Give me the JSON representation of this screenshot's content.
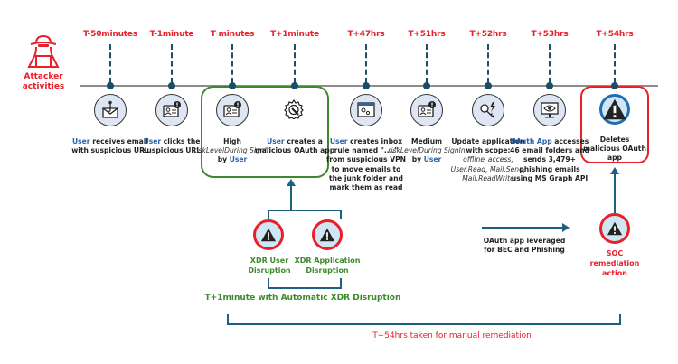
{
  "attacker": {
    "label_line1": "Attacker",
    "label_line2": "activities",
    "icon": "hacker-icon",
    "color": "#e8202a"
  },
  "timeline": [
    {
      "time": "T-50minutes",
      "icon": "phishing-email-icon",
      "desc_user": "User",
      "desc_rest": " receives email with suspicious URL"
    },
    {
      "time": "T-1minute",
      "icon": "id-card-alert-icon",
      "desc_user": "User",
      "desc_rest": " clicks the suspicious URL"
    },
    {
      "time": "T minutes",
      "icon": "id-card-alert-icon",
      "desc_line1": "High",
      "desc_italic": "riskLevelDuring SignIn",
      "desc_by": "by ",
      "desc_user": "User"
    },
    {
      "time": "T+1minute",
      "icon": "gear-wrench-icon",
      "desc_user": "User",
      "desc_rest": " creates a malicious OAuth app"
    },
    {
      "time": "T+47hrs",
      "icon": "app-window-settings-icon",
      "desc_user": "User",
      "desc_rest": " creates inbox rule named \"....\" from suspicious VPN to move emails to the junk folder and mark them as read"
    },
    {
      "time": "T+51hrs",
      "icon": "id-card-alert-icon",
      "desc_line1": "Medium",
      "desc_italic": "riskLevelDuring SignIn",
      "desc_by": "by ",
      "desc_user": "User"
    },
    {
      "time": "T+52hrs",
      "icon": "key-lightning-icon",
      "desc_line1": "Update application with scope:",
      "desc_italic": "offline_access, User.Read, Mail.Send, Mail.ReadWrite"
    },
    {
      "time": "T+53hrs",
      "icon": "monitor-eye-icon",
      "desc_user": "OAuth App",
      "desc_rest": " accesses 46 email folders and sends 3,479+ phishing emails using MS Graph API"
    },
    {
      "time": "T+54hrs",
      "icon": "warning-icon",
      "desc_rest": "Deletes malicious OAuth app"
    }
  ],
  "xdr": {
    "user_disruption": "XDR User Disruption",
    "app_disruption": "XDR Application Disruption",
    "summary": "T+1minute with Automatic XDR Disruption"
  },
  "oauth_arrow_label": "OAuth app leveraged for BEC and Phishing",
  "soc": {
    "label": "SOC remediation action"
  },
  "manual": {
    "summary": "T+54hrs taken for manual remediation"
  },
  "colors": {
    "red": "#e8202a",
    "green": "#3d8a2c",
    "navy": "#1b4d68",
    "user_blue": "#2b63a8"
  }
}
